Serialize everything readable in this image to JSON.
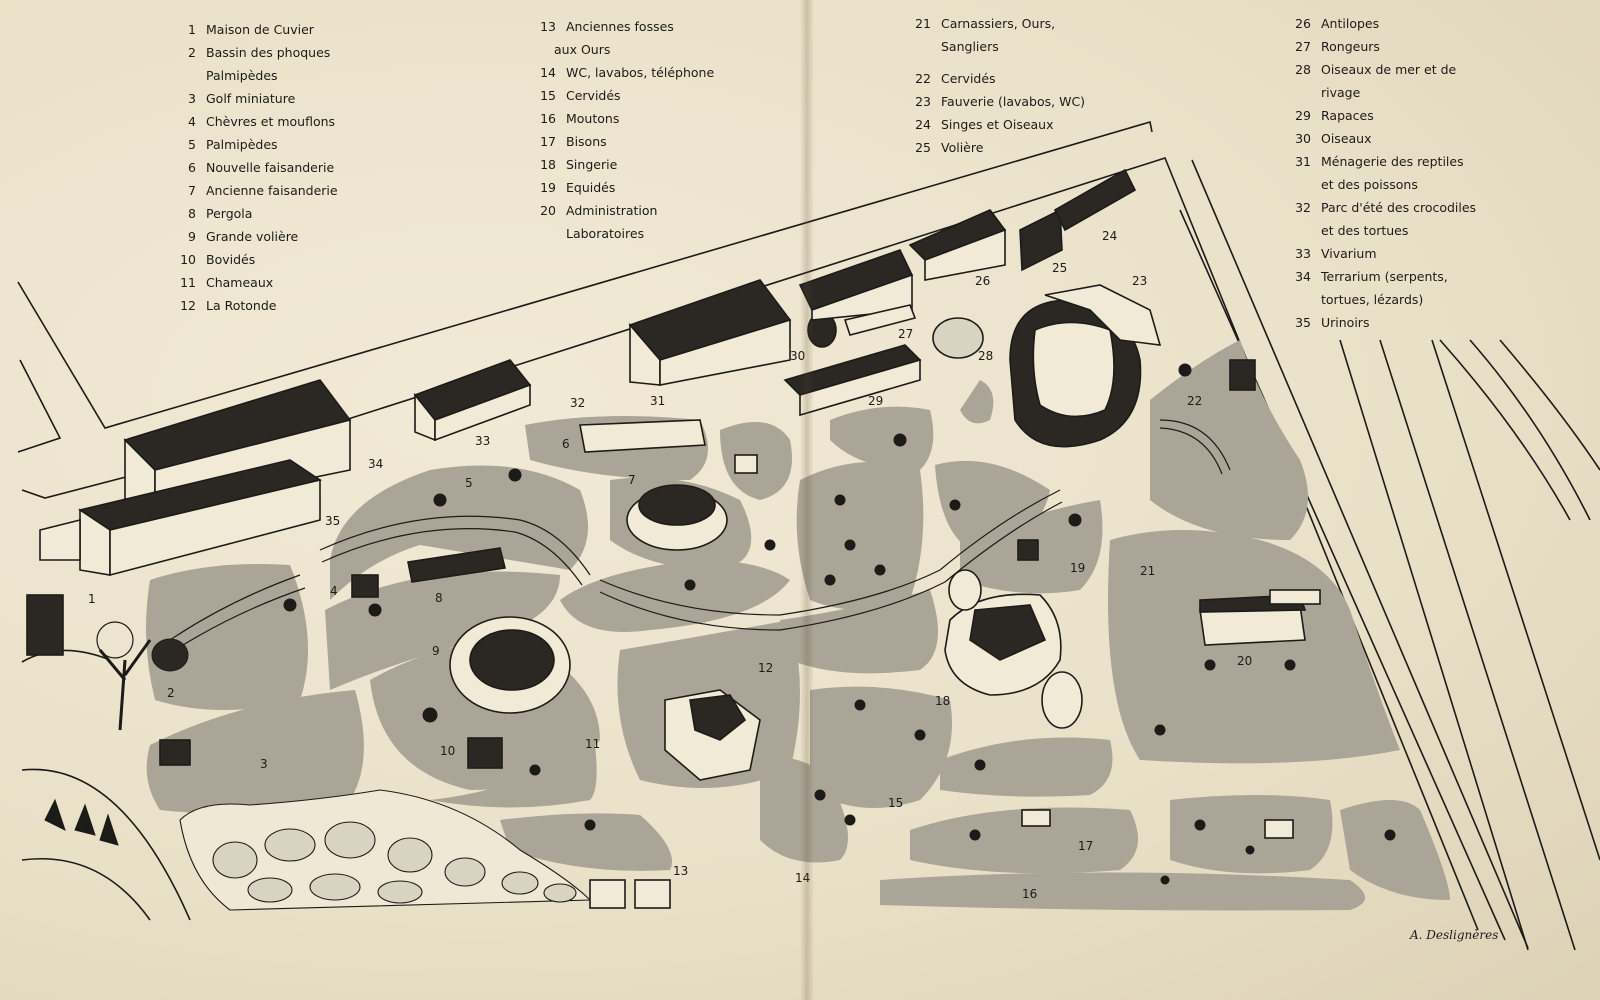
{
  "legend": {
    "col1": [
      {
        "num": "1",
        "lines": [
          "Maison de Cuvier"
        ]
      },
      {
        "num": "2",
        "lines": [
          "Bassin des phoques",
          "Palmipèdes"
        ]
      },
      {
        "num": "3",
        "lines": [
          "Golf miniature"
        ]
      },
      {
        "num": "4",
        "lines": [
          "Chèvres et mouflons"
        ]
      },
      {
        "num": "5",
        "lines": [
          "Palmipèdes"
        ]
      },
      {
        "num": "6",
        "lines": [
          "Nouvelle faisanderie"
        ]
      },
      {
        "num": "7",
        "lines": [
          "Ancienne faisanderie"
        ]
      },
      {
        "num": "8",
        "lines": [
          "Pergola"
        ]
      },
      {
        "num": "9",
        "lines": [
          "Grande volière"
        ]
      },
      {
        "num": "10",
        "lines": [
          "Bovidés"
        ]
      },
      {
        "num": "11",
        "lines": [
          "Chameaux"
        ]
      },
      {
        "num": "12",
        "lines": [
          "La Rotonde"
        ]
      }
    ],
    "col2": [
      {
        "num": "13",
        "lines": [
          "Anciennes fosses",
          "aux Ours"
        ]
      },
      {
        "num": "14",
        "lines": [
          "WC, lavabos, téléphone"
        ]
      },
      {
        "num": "15",
        "lines": [
          "Cervidés"
        ]
      },
      {
        "num": "16",
        "lines": [
          "Moutons"
        ]
      },
      {
        "num": "17",
        "lines": [
          "Bisons"
        ]
      },
      {
        "num": "18",
        "lines": [
          "Singerie"
        ]
      },
      {
        "num": "19",
        "lines": [
          "Equidés"
        ]
      },
      {
        "num": "20",
        "lines": [
          "Administration",
          "Laboratoires"
        ]
      }
    ],
    "col3": [
      {
        "num": "21",
        "lines": [
          "Carnassiers, Ours,",
          "Sangliers"
        ]
      },
      {
        "num": "22",
        "lines": [
          "Cervidés"
        ]
      },
      {
        "num": "23",
        "lines": [
          "Fauverie (lavabos, WC)"
        ]
      },
      {
        "num": "24",
        "lines": [
          "Singes et Oiseaux"
        ]
      },
      {
        "num": "25",
        "lines": [
          "Volière"
        ]
      }
    ],
    "col4": [
      {
        "num": "26",
        "lines": [
          "Antilopes"
        ]
      },
      {
        "num": "27",
        "lines": [
          "Rongeurs"
        ]
      },
      {
        "num": "28",
        "lines": [
          "Oiseaux de mer et de",
          "rivage"
        ]
      },
      {
        "num": "29",
        "lines": [
          "Rapaces"
        ]
      },
      {
        "num": "30",
        "lines": [
          "Oiseaux"
        ]
      },
      {
        "num": "31",
        "lines": [
          "Ménagerie des reptiles",
          "et des poissons"
        ]
      },
      {
        "num": "32",
        "lines": [
          "Parc d'été des crocodiles",
          "et des tortues"
        ]
      },
      {
        "num": "33",
        "lines": [
          "Vivarium"
        ]
      },
      {
        "num": "34",
        "lines": [
          "Terrarium (serpents,",
          "tortues, lézards)"
        ]
      },
      {
        "num": "35",
        "lines": [
          "Urinoirs"
        ]
      }
    ]
  },
  "map_labels": [
    "1",
    "2",
    "3",
    "4",
    "5",
    "6",
    "7",
    "8",
    "9",
    "10",
    "11",
    "12",
    "13",
    "14",
    "15",
    "16",
    "17",
    "18",
    "19",
    "20",
    "21",
    "22",
    "23",
    "24",
    "25",
    "26",
    "27",
    "28",
    "29",
    "30",
    "31",
    "32",
    "33",
    "34",
    "35"
  ],
  "signature": "A. Deslignères",
  "colors": {
    "paper": "#ece4cf",
    "ink": "#1d1b18",
    "lawn": "#a9a496",
    "path": "#ece4cf"
  }
}
